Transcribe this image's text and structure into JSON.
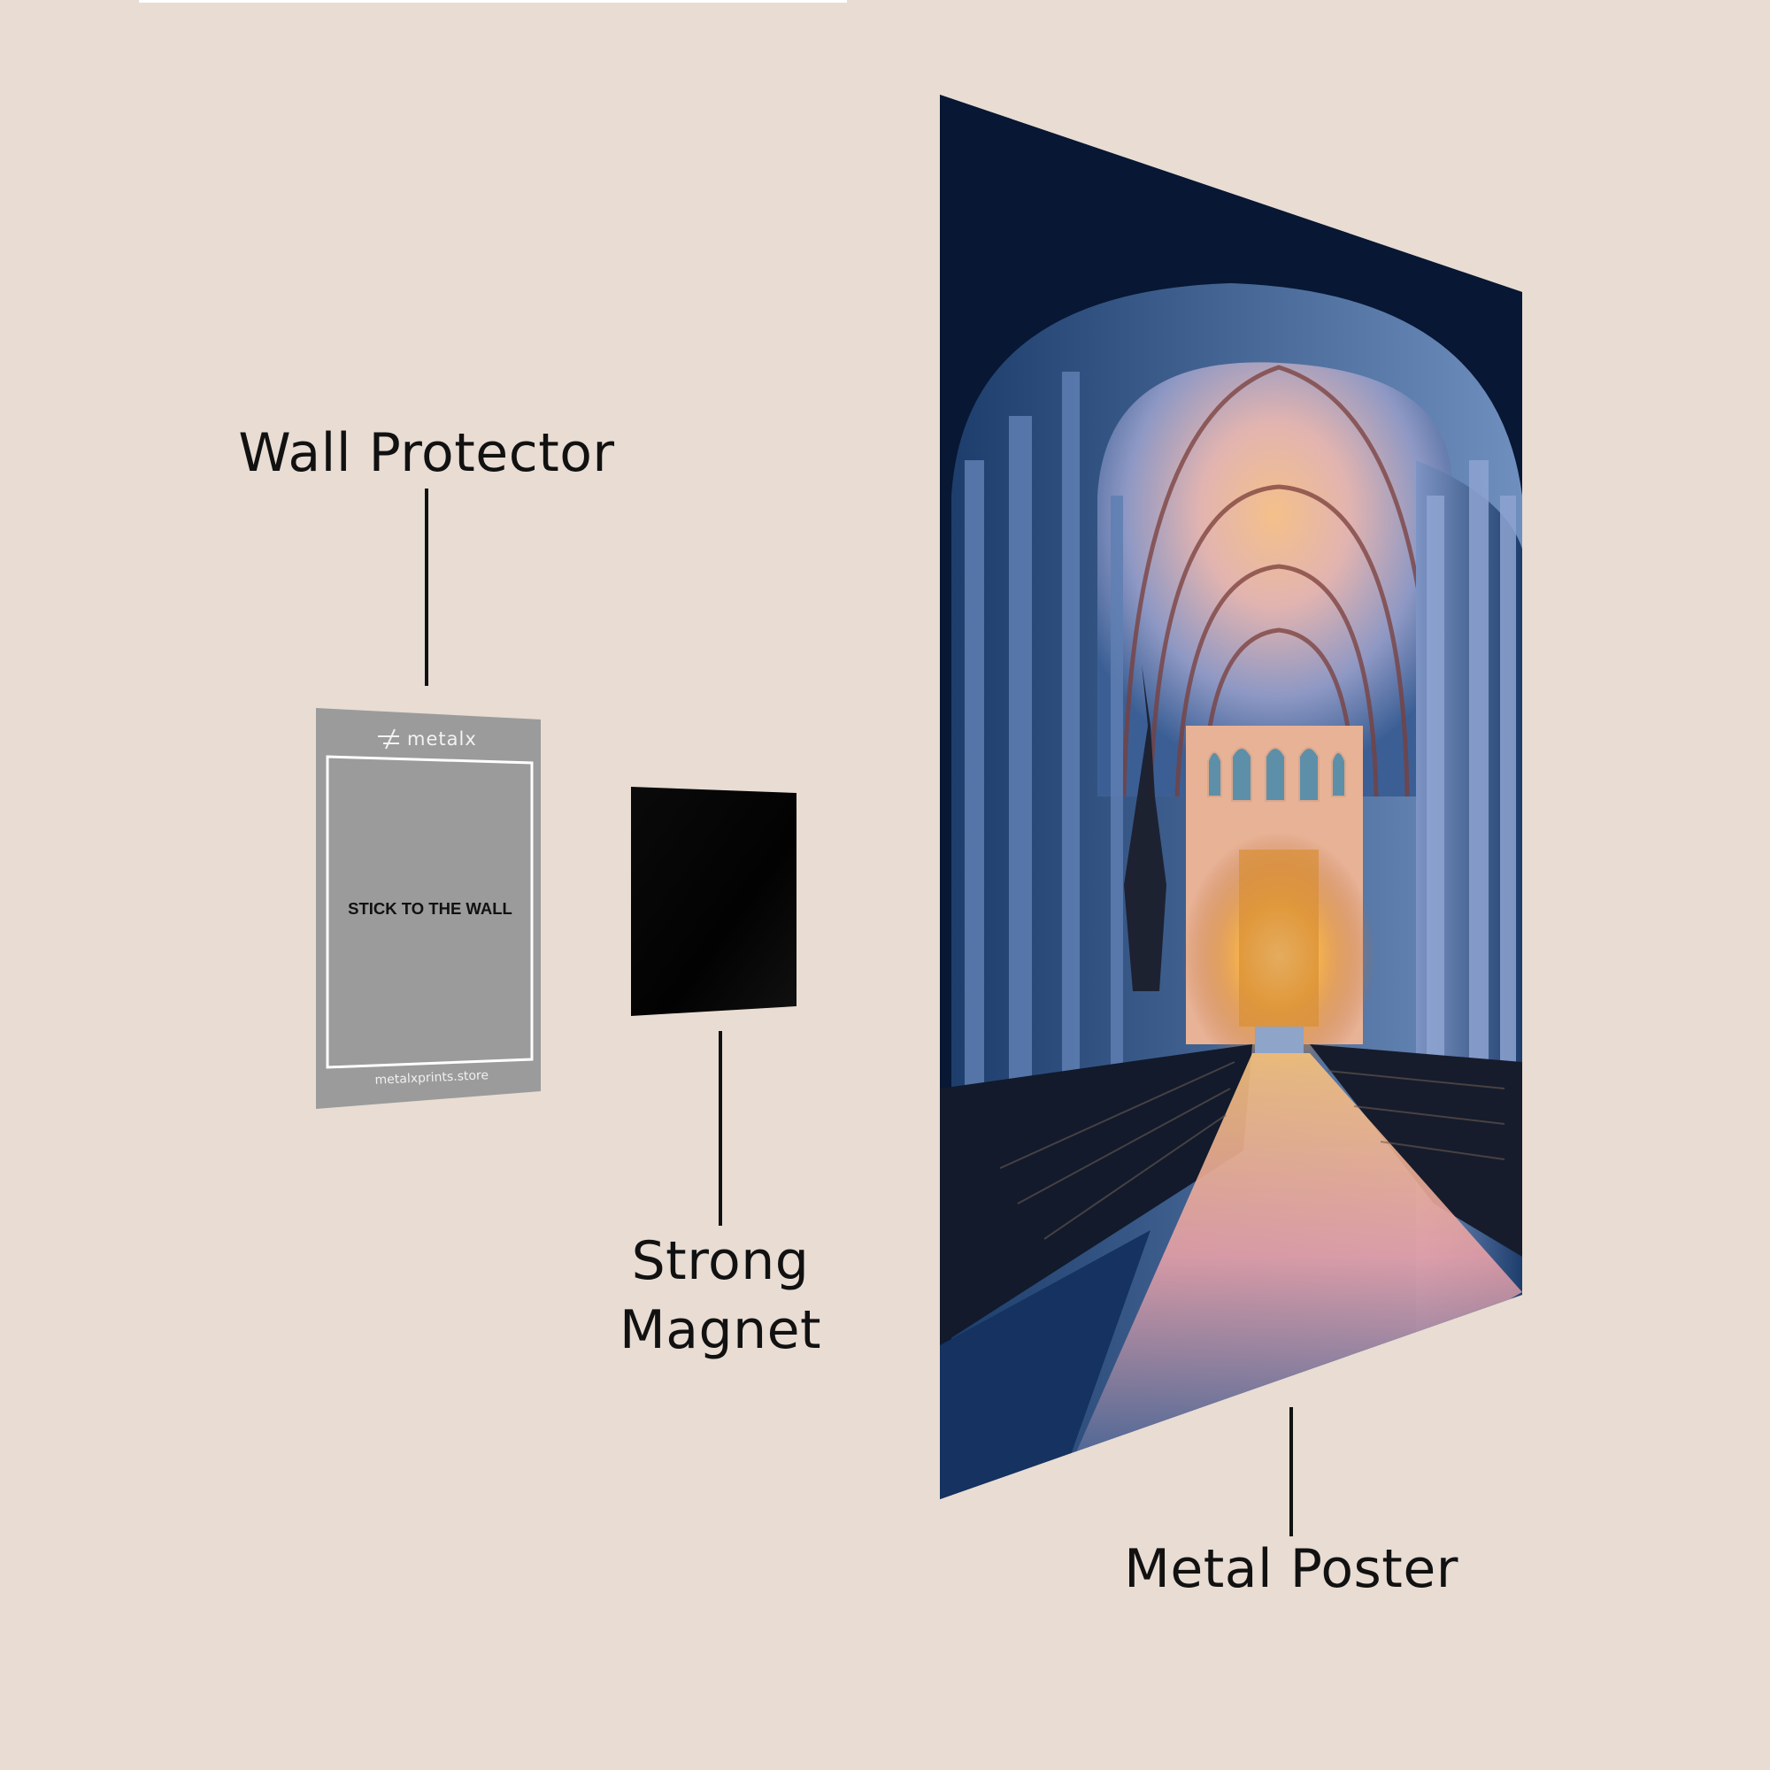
{
  "labels": {
    "wall_protector": "Wall Protector",
    "strong_magnet_line1": "Strong",
    "strong_magnet_line2": "Magnet",
    "metal_poster": "Metal Poster"
  },
  "wall_protector_card": {
    "brand_logo_text": "metalx",
    "instruction": "STICK TO THE WALL",
    "website": "metalxprints.store"
  },
  "poster": {
    "subject": "Gothic cathedral nave interior with vaulted ceiling, stained glass windows, illuminated golden altar and pews"
  },
  "colors": {
    "background": "#e8dcd3",
    "protector_gray": "#9a9a9a",
    "magnet_black": "#050505",
    "text": "#111111",
    "poster_deep_blue": "#0b1a33",
    "poster_warm_light": "#f2b36a"
  }
}
